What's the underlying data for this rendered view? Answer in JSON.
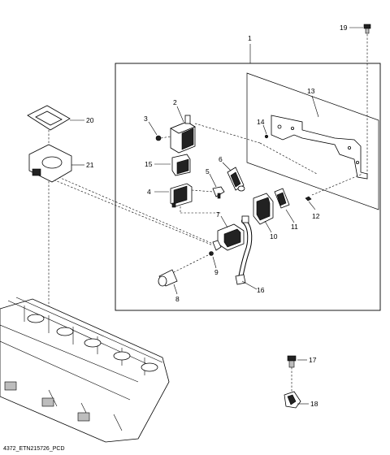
{
  "diagram": {
    "callouts": [
      "1",
      "2",
      "3",
      "4",
      "5",
      "6",
      "7",
      "8",
      "9",
      "10",
      "11",
      "12",
      "13",
      "14",
      "15",
      "16",
      "17",
      "18",
      "19",
      "20",
      "21"
    ],
    "caption": "4372_ETN215726_PCD"
  }
}
